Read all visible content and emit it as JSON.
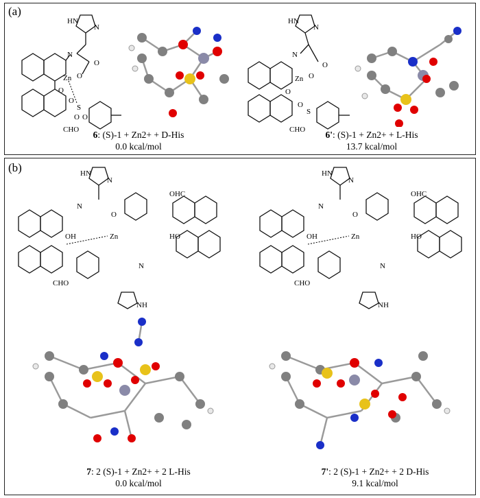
{
  "panel_a": {
    "label": "(a)",
    "left_complex": {
      "caption_id": "6",
      "caption_formula": "(S)-1 + Zn2+ + D-His",
      "energy": "0.0 kcal/mol"
    },
    "right_complex": {
      "caption_id": "6'",
      "caption_formula": "(S)-1 + Zn2+ + L-His",
      "energy": "13.7 kcal/mol"
    },
    "atom_labels": [
      "HN",
      "N",
      "Zn",
      "O",
      "S",
      "CHO"
    ]
  },
  "panel_b": {
    "label": "(b)",
    "left_complex": {
      "caption_id": "7",
      "caption_formula": "2 (S)-1 + Zn2+ + 2 L-His",
      "energy": "0.0 kcal/mol"
    },
    "right_complex": {
      "caption_id": "7'",
      "caption_formula": "2 (S)-1 + Zn2+ + 2 D-His",
      "energy": "9.1 kcal/mol"
    },
    "atom_labels": [
      "HN",
      "NH",
      "OH",
      "OHC",
      "CHO",
      "Zn"
    ]
  },
  "colors": {
    "carbon": "#808080",
    "hydrogen": "#e8e8e8",
    "oxygen": "#e00000",
    "nitrogen": "#1a2fc8",
    "sulfur": "#e8c21a",
    "zinc": "#8a8aa8"
  }
}
